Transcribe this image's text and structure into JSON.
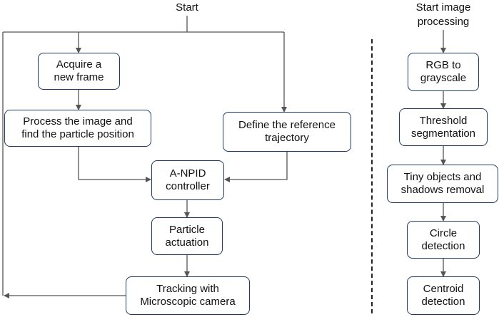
{
  "left": {
    "start": "Start",
    "nodes": {
      "acquire": [
        "Acquire a",
        "new frame"
      ],
      "process": [
        "Process the image and",
        "find the particle position"
      ],
      "reference": [
        "Define the reference",
        "trajectory"
      ],
      "controller": [
        "A-NPID",
        "controller"
      ],
      "actuation": [
        "Particle",
        "actuation"
      ],
      "tracking": [
        "Tracking with",
        "Microscopic camera"
      ]
    }
  },
  "right": {
    "start": [
      "Start image",
      "processing"
    ],
    "nodes": {
      "rgb": [
        "RGB to",
        "grayscale"
      ],
      "threshold": [
        "Threshold",
        "segmentation"
      ],
      "tiny": [
        "Tiny objects and",
        "shadows removal"
      ],
      "circle": [
        "Circle",
        "detection"
      ],
      "centroid": [
        "Centroid",
        "detection"
      ]
    }
  },
  "colors": {
    "box_border": "#1f3864",
    "line": "#555555",
    "text": "#111111"
  }
}
